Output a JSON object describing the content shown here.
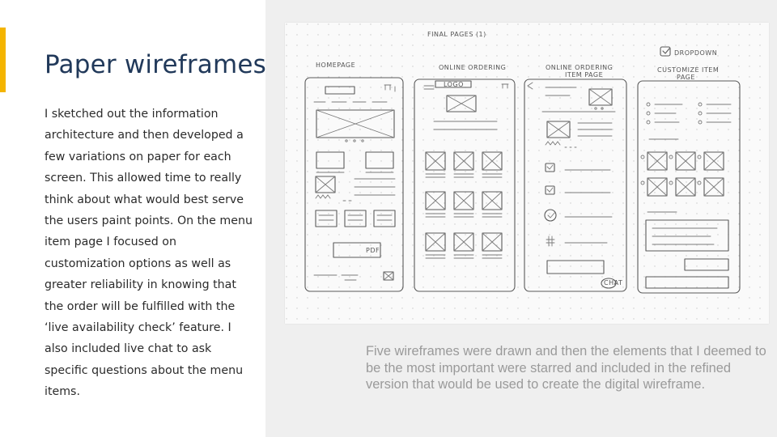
{
  "slide": {
    "title": "Paper wireframes",
    "body": " I sketched out the information architecture and then developed a few variations on paper for each screen. This allowed time to really think about what would  best serve the users paint points. On the menu item page I focused on customization options as well as greater reliability in knowing that the order will be fulfilled with the ‘live availability check’ feature. I also included live chat to ask specific questions about the menu items.",
    "caption": "Five wireframes were drawn and then the elements that I deemed to be the most important were starred and included in the refined version that would be used to create the digital wireframe."
  },
  "sketch": {
    "header": "FINAL   PAGES (1)",
    "dropdown_note": "DROPDOWN",
    "pages": [
      {
        "label": "HOMEPAGE",
        "label2": ""
      },
      {
        "label": "ONLINE ORDERING",
        "label2": ""
      },
      {
        "label": "ONLINE ORDERING",
        "label2": "ITEM PAGE"
      },
      {
        "label": "CUSTOMIZE ITEM",
        "label2": "PAGE"
      }
    ],
    "logo_text": "LOGO",
    "pdf_text": "PDF",
    "chat_text": "CHAT"
  },
  "colors": {
    "accent": "#f4b400",
    "title": "#21395a",
    "caption": "#9a9a9a",
    "panel": "#efefef"
  }
}
